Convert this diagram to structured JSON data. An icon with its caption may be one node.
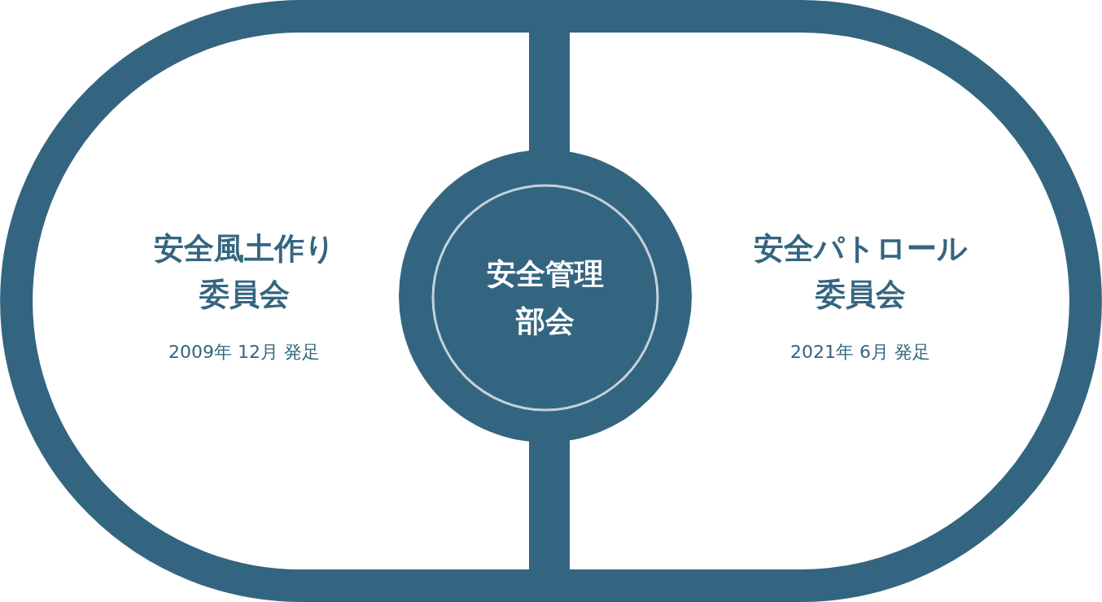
{
  "diagram": {
    "nodes": [
      {
        "text": [
          "安全風土作り委員会",
          "2009年 12月 発足"
        ]
      },
      {
        "text": [
          "安全管理部会"
        ]
      },
      {
        "text": [
          "安全パトロール委員会",
          "2021年 6月 発足"
        ]
      }
    ]
  }
}
